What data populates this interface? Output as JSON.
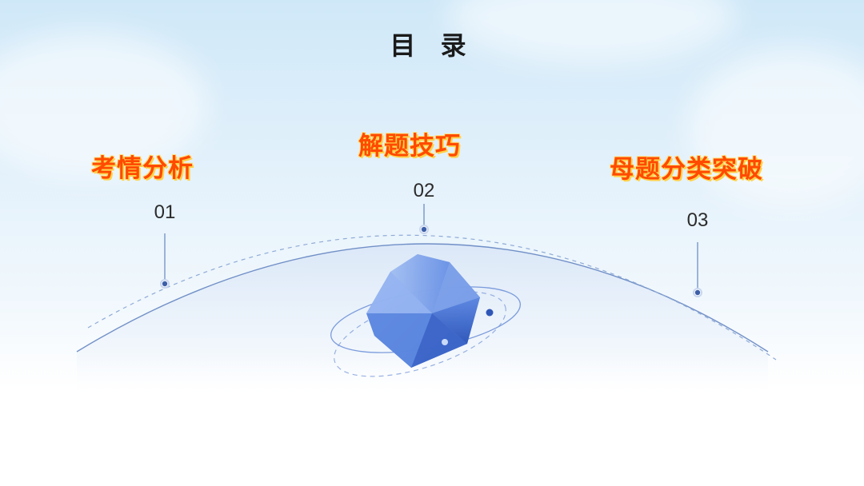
{
  "page": {
    "title": "目 录"
  },
  "sections": [
    {
      "number": "01",
      "label": "考情分析"
    },
    {
      "number": "02",
      "label": "解题技巧"
    },
    {
      "number": "03",
      "label": "母题分类突破"
    }
  ],
  "colors": {
    "accent": "#ff4a00",
    "title_shadow": "#ffd24a",
    "line": "#4a6fb5",
    "crystal": "#3d6fd6"
  },
  "icons": {
    "center_graphic": "crystal-orbit-icon"
  }
}
